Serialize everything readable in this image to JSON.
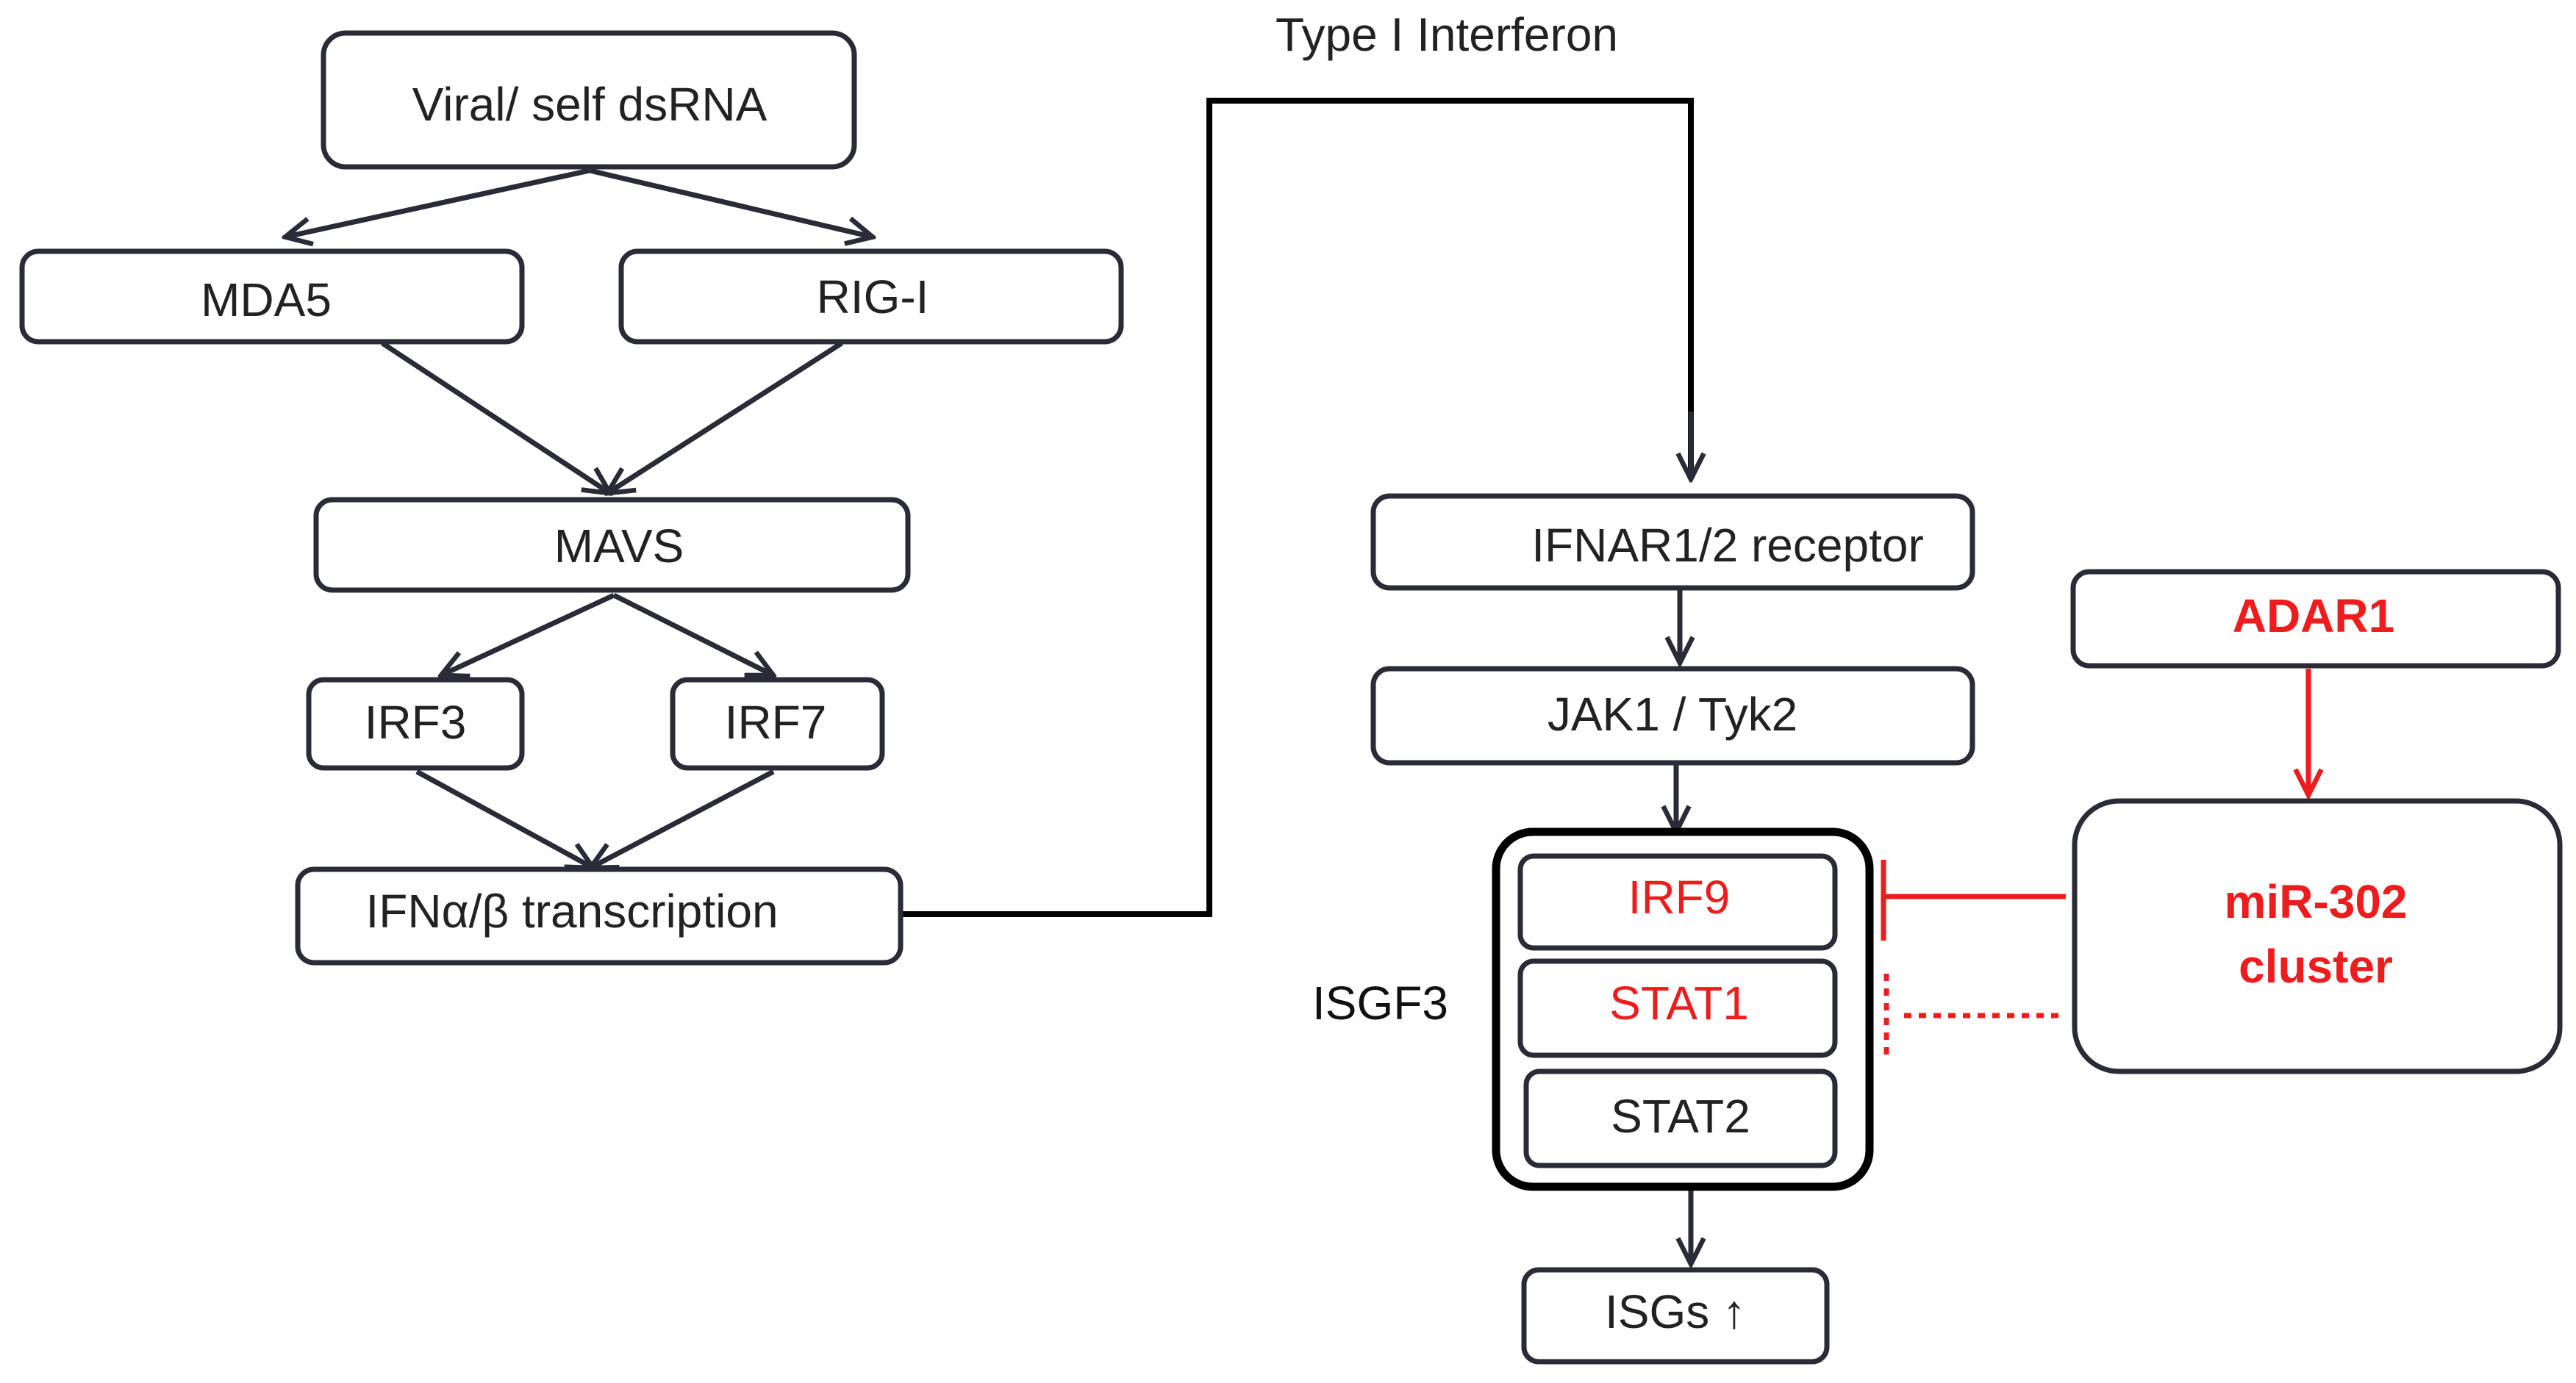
{
  "nodes": {
    "viral_dsrna": "Viral/ self dsRNA",
    "mda5": "MDA5",
    "rig_i": "RIG-I",
    "mavs": "MAVS",
    "irf3": "IRF3",
    "irf7": "IRF7",
    "ifn_transcription": "IFNα/β transcription",
    "type1_interferon": "Type I Interferon",
    "ifnar": "IFNAR1/2 receptor",
    "jak_tyk": "JAK1 / Tyk2",
    "irf9": "IRF9",
    "stat1": "STAT1",
    "stat2": "STAT2",
    "isgf3": "ISGF3",
    "isgs": "ISGs ↑",
    "adar1": "ADAR1",
    "mir302_line1": "miR-302",
    "mir302_line2": "cluster"
  },
  "colors": {
    "line": "#2b2b38",
    "red": "#ee1c1c",
    "text": "#222222"
  }
}
